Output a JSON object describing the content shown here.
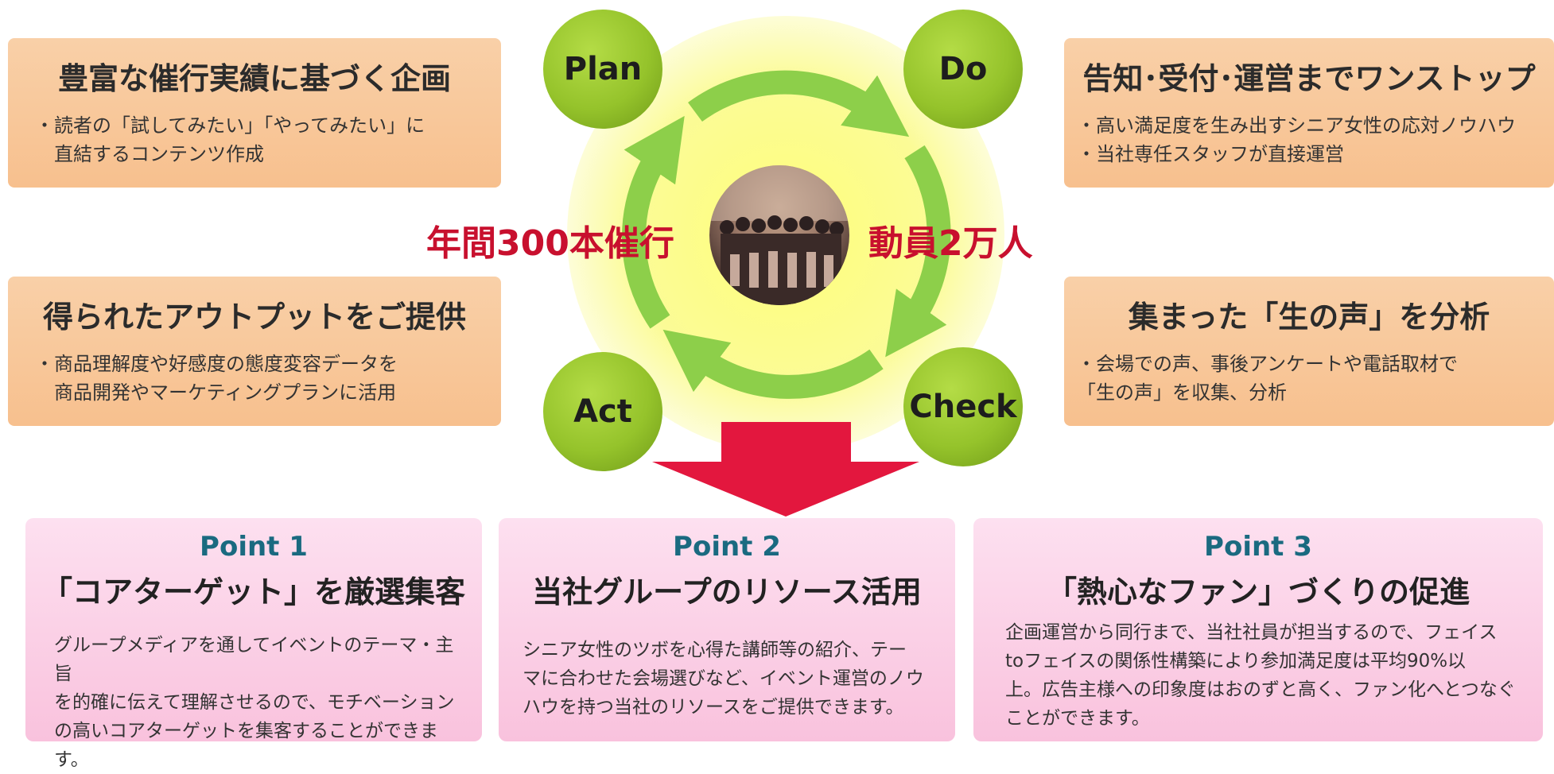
{
  "left_boxes": [
    {
      "title": "豊富な催行実績に基づく企画",
      "lines": [
        "・読者の「試してみたい」「やってみたい」に",
        "　直結するコンテンツ作成"
      ]
    },
    {
      "title": "得られたアウトプットをご提供",
      "lines": [
        "・商品理解度や好感度の態度変容データを",
        "　商品開発やマーケティングプランに活用"
      ]
    }
  ],
  "right_boxes": [
    {
      "title": "告知･受付･運営までワンストップ",
      "lines": [
        "・高い満足度を生み出すシニア女性の応対ノウハウ",
        "・当社専任スタッフが直接運営"
      ]
    },
    {
      "title": "集まった「生の声」を分析",
      "lines": [
        "・会場での声、事後アンケートや電話取材で",
        "「生の声」を収集、分析"
      ]
    }
  ],
  "pdca": {
    "plan": "Plan",
    "do": "Do",
    "check": "Check",
    "act": "Act"
  },
  "center": {
    "left_stat": "年間300本催行",
    "right_stat": "動員2万人"
  },
  "points": [
    {
      "title": "Point 1",
      "subtitle": "「コアターゲット」を厳選集客",
      "lines": [
        "グループメディアを通してイベントのテーマ・主旨",
        "を的確に伝えて理解させるので、モチベーション",
        "の高いコアターゲットを集客することができます。"
      ]
    },
    {
      "title": "Point 2",
      "subtitle": "当社グループのリソース活用",
      "lines": [
        "シニア女性のツボを心得た講師等の紹介、テー",
        "マに合わせた会場選びなど、イベント運営のノウ",
        "ハウを持つ当社のリソースをご提供できます。"
      ]
    },
    {
      "title": "Point 3",
      "subtitle": "「熱心なファン」づくりの促進",
      "lines": [
        "企画運営から同行まで、当社社員が担当するので、フェイス",
        "toフェイスの関係性構築により参加満足度は平均90%以",
        "上。広告主様への印象度はおのずと高く、ファン化へとつなぐ",
        "ことができます。"
      ]
    }
  ],
  "colors": {
    "orange_box": "#f8c89a",
    "green_ball": "#95c32b",
    "red_text": "#c8102e",
    "red_arrow": "#e3173e",
    "pink_card": "#fbd0e6",
    "point_title": "#1a6a80"
  }
}
